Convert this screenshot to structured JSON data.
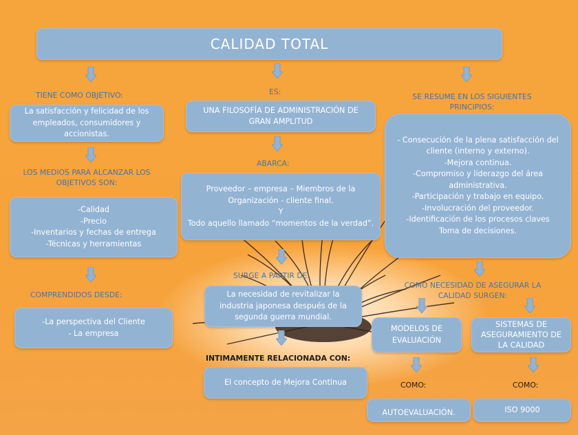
{
  "title": "CALIDAD  TOTAL",
  "left": {
    "objective_label": "TIENE COMO OBJETIVO:",
    "objective_box": "La satisfacción y felicidad de los empleados, consumidores y accionistas.",
    "means_label": "LOS MEDIOS PARA ALCANZAR  LOS OBJETIVOS SON:",
    "means_lines": [
      "-Calidad",
      "-Precio",
      "-Inventarios y fechas de entrega",
      "-Técnicas y herramientas"
    ],
    "understood_label": "COMPRENDIDOS DESDE:",
    "understood_lines": [
      "-La perspectiva del Cliente",
      "- La empresa"
    ]
  },
  "center": {
    "is_label": "ES:",
    "is_box": "UNA FILOSOFÍA DE ADMINISTRACIÓN  DE GRAN AMPLITUD",
    "covers_label": "ABARCA:",
    "covers_lines": [
      "Proveedor – empresa – Miembros de la Organización - cliente final.",
      "Y",
      "Todo aquello llamado “momentos  de la verdad”."
    ],
    "arises_label": "SURGE A PARTIR DE:",
    "arises_box": "La necesidad de revitalizar la industria japonesa después de la segunda guerra mundial.",
    "related_label": "INTIMAMENTE RELACIONADA CON:",
    "related_box": "El concepto de Mejora Continua"
  },
  "right": {
    "principles_label": "SE RESUME EN LOS SIGUIENTES PRINCIPIOS:",
    "principles_lines": [
      "- Consecución de la plena satisfacción del cliente (interno y externo).",
      "-Mejora continua.",
      "-Compromiso y liderazgo del área administrativa.",
      "-Participación y trabajo en equipo.",
      "-Involucración del proveedor.",
      "-Identificación de los procesos claves",
      "Toma de decisiones."
    ],
    "need_label": "COMO NECESIDAD DE ASEGURAR LA CALIDAD  SURGEN:",
    "models_box": "MODELOS DE EVALUACIÓN",
    "systems_box": "SISTEMAS DE ASEGURAMIENTO DE LA CALIDAD",
    "como_left": "COMO:",
    "como_right": "COMO:",
    "self_eval_box": "AUTOEVALUACIÓN.",
    "iso_box": "ISO 9000"
  },
  "colors": {
    "background": "#f7a33b",
    "box_fill": "#93b3d3",
    "label_text": "#4a73a4",
    "arrow_fill": "#93b3d3"
  },
  "icons": [
    "down-arrow-icon"
  ]
}
